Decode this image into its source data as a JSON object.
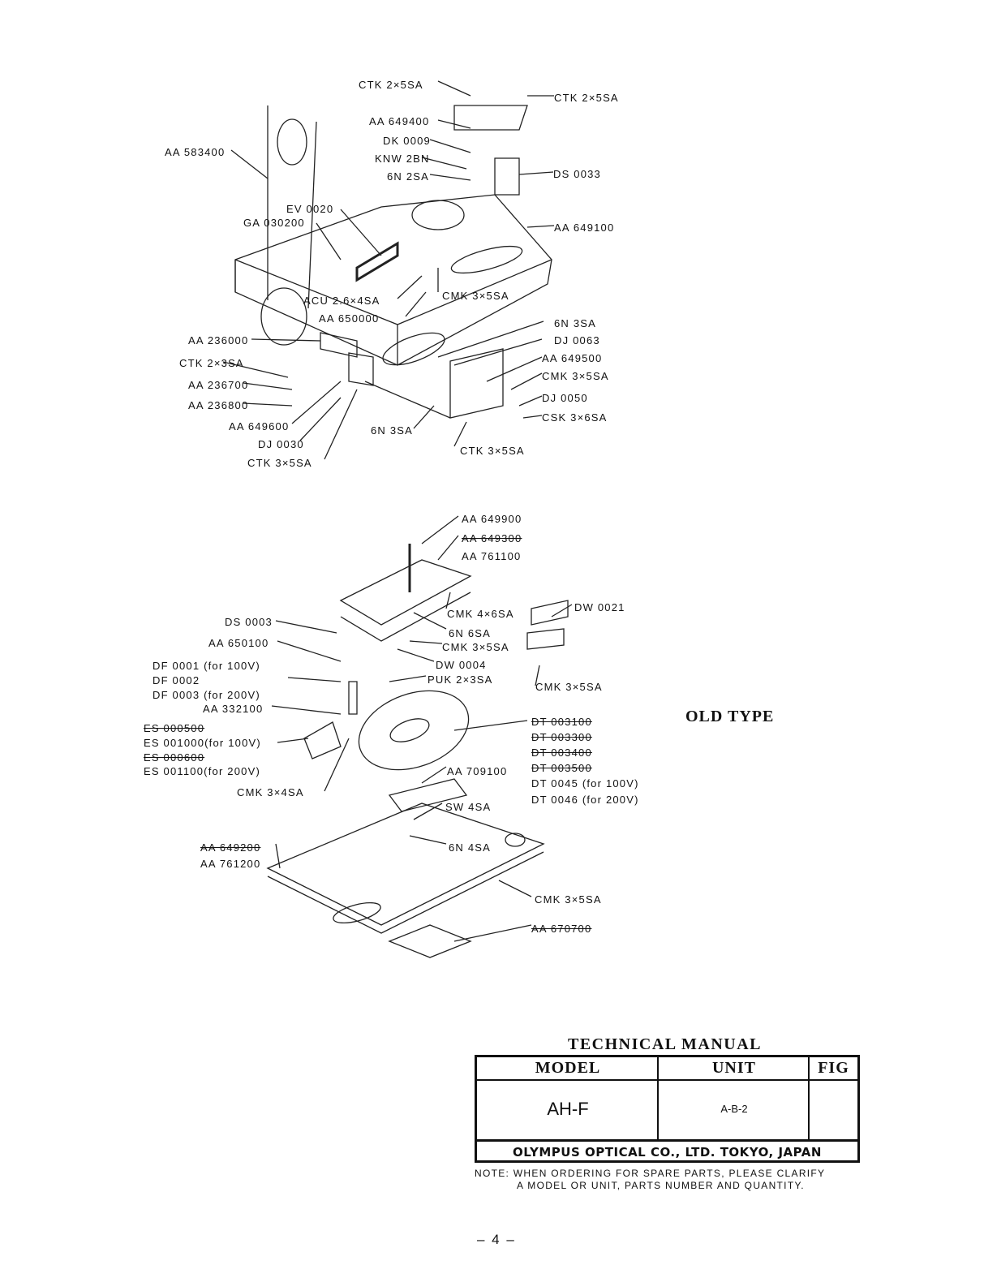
{
  "top_labels": [
    "CTK 2×5SA",
    "CTK 2×5SA",
    "AA 649400",
    "DK 0009",
    "KNW 2BN",
    "6N 2SA",
    "DS 0033",
    "AA 583400",
    "EV 0020",
    "GA 030200",
    "AA 649100",
    "ACU 2.6×4SA",
    "AA 650000",
    "CMK 3×5SA",
    "6N 3SA",
    "DJ 0063",
    "AA 649500",
    "CMK 3×5SA",
    "DJ 0050",
    "CSK 3×6SA",
    "AA 236000",
    "CTK 2×3SA",
    "AA 236700",
    "AA 236800",
    "AA 649600",
    "DJ 0030",
    "CTK 3×5SA",
    "6N 3SA",
    "CTK 3×5SA"
  ],
  "bottom_labels": [
    "AA 649900",
    "AA 649300",
    "AA 761100",
    "DW 0021",
    "CMK 4×6SA",
    "6N 6SA",
    "CMK 3×5SA",
    "DW 0004",
    "PUK 2×3SA",
    "CMK 3×5SA",
    "DS 0003",
    "AA 650100",
    "DF 0001 (for 100V)",
    "DF 0002",
    "DF 0003 (for 200V)",
    "AA 332100",
    "ES 000500",
    "ES 001000(for 100V)",
    "ES 000600",
    "ES 001100(for 200V)",
    "CMK 3×4SA",
    "DT 003100",
    "DT 003300",
    "DT 003400",
    "DT 003500",
    "DT 0045 (for 100V)",
    "DT 0046 (for 200V)",
    "AA 709100",
    "SW 4SA",
    "6N 4SA",
    "AA 649200",
    "AA 761200",
    "CMK 3×5SA",
    "AA 670700"
  ],
  "old_type": "OLD TYPE",
  "title_block": {
    "title": "TECHNICAL MANUAL",
    "model_header": "MODEL",
    "unit_header": "UNIT",
    "fig_header": "FIG",
    "model": "AH-F",
    "unit": "A-B-2",
    "fig": "",
    "company": "OLYMPUS OPTICAL CO., LTD. TOKYO, JAPAN"
  },
  "note": [
    "NOTE: WHEN ORDERING FOR SPARE PARTS, PLEASE CLARIFY",
    "A MODEL OR UNIT, PARTS NUMBER AND QUANTITY."
  ],
  "page_number": "– 4 –"
}
